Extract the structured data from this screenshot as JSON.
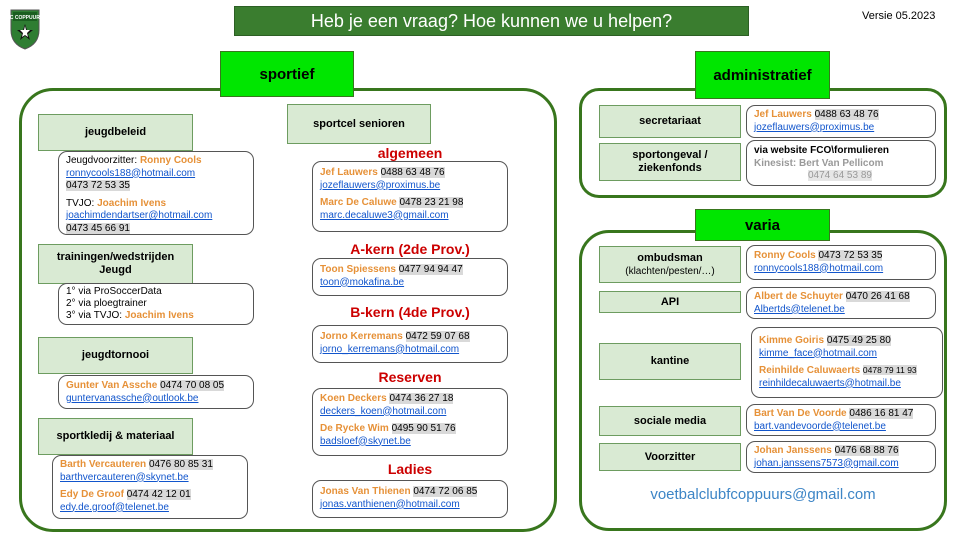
{
  "header": {
    "title": "Heb je een vraag? Hoe kunnen we u helpen?",
    "version": "Versie 05.2023",
    "logo_text": "FC COPPUURS"
  },
  "sportief": {
    "header": "sportief",
    "jeugdbeleid": {
      "label": "jeugdbeleid",
      "line1_prefix": "Jeugdvoorzitter: ",
      "line1_name": "Ronny Cools",
      "mail1": "ronnycools188@hotmail.com",
      "tel1": "0473 72 53 35",
      "line2_prefix": "TVJO: ",
      "line2_name": "Joachim Ivens",
      "mail2": "joachimdendartser@hotmail.com",
      "tel2": "0473 45 66 91"
    },
    "trainingen": {
      "label_line1": "trainingen/wedstrijden",
      "label_line2": "Jeugd",
      "item1": "1° via ProSoccerData",
      "item2": "2° via ploegtrainer",
      "item3_prefix": "3° via TVJO: ",
      "item3_name": "Joachim Ivens"
    },
    "jeugdtornooi": {
      "label": "jeugdtornooi",
      "name": "Gunter Van Assche",
      "tel": "0474 70 08 05",
      "mail": "guntervanassche@outlook.be"
    },
    "sportkledij": {
      "label": "sportkledij & materiaal",
      "name1": "Barth Vercauteren",
      "tel1": "0476 80 85 31",
      "mail1": "barthvercauteren@skynet.be",
      "name2": "Edy De Groof",
      "tel2": "0474 42 12 01",
      "mail2": "edy.de.groof@telenet.be"
    },
    "sportcel": {
      "label": "sportcel senioren",
      "algemeen": {
        "heading": "algemeen",
        "name1": "Jef Lauwers",
        "tel1": "0488 63 48 76",
        "mail1": "jozeflauwers@proximus.be",
        "name2": "Marc De Caluwe",
        "tel2": "0478 23 21 98",
        "mail2": "marc.decaluwe3@gmail.com"
      },
      "akern": {
        "heading": "A-kern (2de Prov.)",
        "name": "Toon  Spiessens",
        "tel": "0477 94 94 47",
        "mail": "toon@mokafina.be"
      },
      "bkern": {
        "heading": "B-kern (4de Prov.)",
        "name": "Jorno Kerremans",
        "tel": "0472 59 07 68",
        "mail": "jorno_kerremans@hotmail.com"
      },
      "reserven": {
        "heading": "Reserven",
        "name1": "Koen Deckers",
        "tel1": "0474 36 27 18",
        "mail1": "deckers_koen@hotmail.com",
        "name2": "De Rycke Wim",
        "tel2": "0495 90 51 76",
        "mail2": "badsloef@skynet.be"
      },
      "ladies": {
        "heading": "Ladies",
        "name": "Jonas Van Thienen",
        "tel": "0474 72 06 85",
        "mail": "jonas.vanthienen@hotmail.com"
      }
    }
  },
  "administratief": {
    "header": "administratief",
    "secretariaat": {
      "label": "secretariaat",
      "name": "Jef Lauwers",
      "tel": "0488 63 48 76",
      "mail": "jozeflauwers@proximus.be"
    },
    "sportongeval": {
      "label_line1": "sportongeval /",
      "label_line2": "ziekenfonds",
      "line1": "via website FCO\\formulieren",
      "line2": "Kinesist: Bert Van Pellicom",
      "tel": "0474 64 53 89"
    }
  },
  "varia": {
    "header": "varia",
    "ombudsman": {
      "label": "ombudsman",
      "sub": "(klachten/pesten/…)",
      "name": "Ronny Cools",
      "tel": "0473 72 53 35",
      "mail": "ronnycools188@hotmail.com"
    },
    "api": {
      "label": "API",
      "name": "Albert de Schuyter",
      "tel": "0470 26 41 68",
      "mail": "Albertds@telenet.be"
    },
    "kantine": {
      "label": "kantine",
      "name1": "Kimme Goiris",
      "tel1": "0475 49 25 80",
      "mail1": "kimme_face@hotmail.com",
      "name2": "Reinhilde Caluwaerts",
      "tel2": "0478 79 11 93",
      "mail2": "reinhildecaluwaerts@hotmail.be"
    },
    "sociale_media": {
      "label": "sociale media",
      "name": "Bart Van De Voorde",
      "tel": "0486 16 81 47",
      "mail": "bart.vandevoorde@telenet.be"
    },
    "voorzitter": {
      "label": "Voorzitter",
      "name": "Johan Janssens",
      "tel": "0476 68 88 76",
      "mail": "johan.janssens7573@gmail.com"
    },
    "club_mail": "voetbalclubfcoppuurs@gmail.com"
  }
}
